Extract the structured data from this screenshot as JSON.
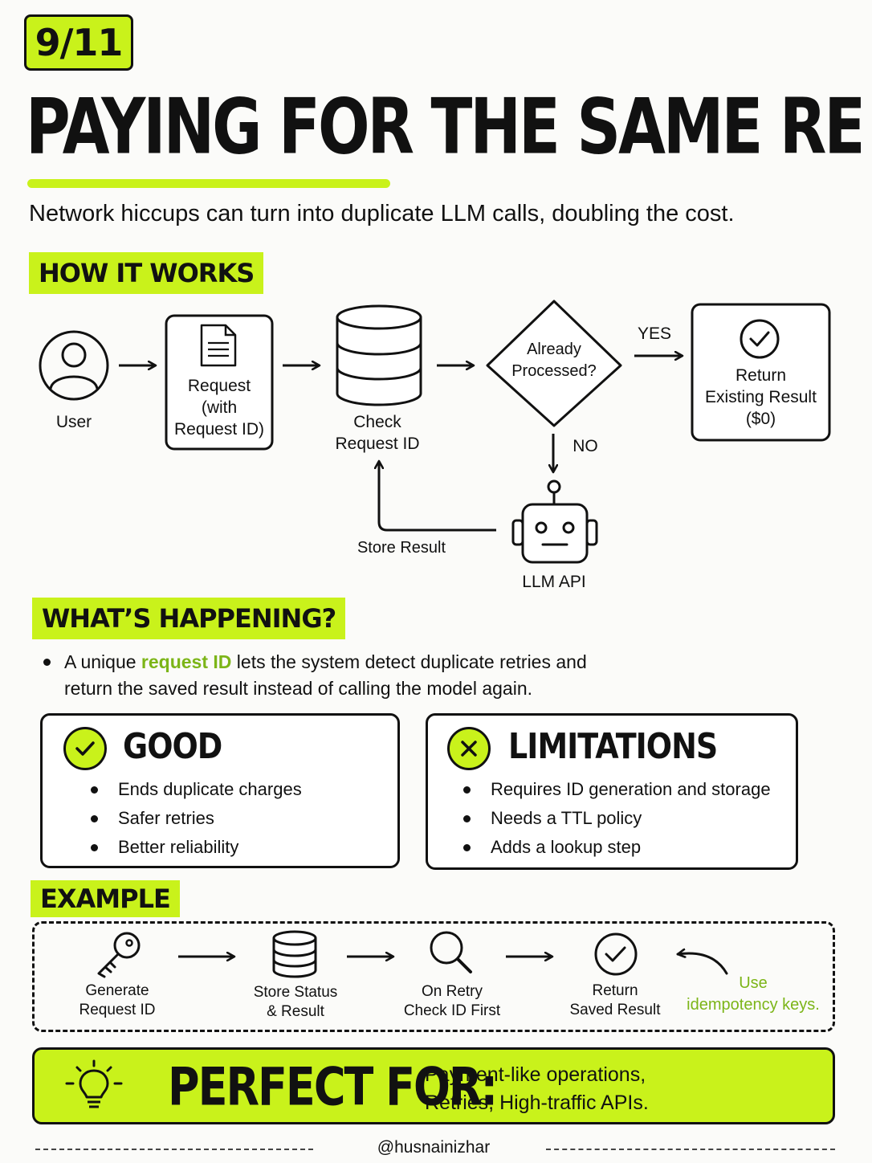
{
  "page_indicator": "9/11",
  "title": "PAYING FOR THE SAME REQUEST TWICE",
  "subtitle": "Network hiccups can turn into duplicate LLM calls, doubling the cost.",
  "how_it_works": {
    "heading": "HOW IT WORKS",
    "nodes": {
      "user": "User",
      "request": [
        "Request",
        "(with",
        "Request ID)"
      ],
      "check": [
        "Check",
        "Request ID"
      ],
      "decision": [
        "Already",
        "Processed?"
      ],
      "result": [
        "Return",
        "Existing Result",
        "($0)"
      ],
      "llm": "LLM API"
    },
    "edges": {
      "yes": "YES",
      "no": "NO",
      "store": "Store Result"
    }
  },
  "whats_happening": {
    "heading": "WHAT’S HAPPENING?",
    "line1_before": "A unique ",
    "line1_highlight": "request ID",
    "line1_after": " lets the system detect duplicate retries and",
    "line2": "return the saved result instead of calling the model again."
  },
  "good": {
    "title": "GOOD",
    "items": [
      "Ends duplicate charges",
      "Safer retries",
      "Better reliability"
    ]
  },
  "limitations": {
    "title": "LIMITATIONS",
    "items": [
      "Requires ID generation and storage",
      "Needs a TTL policy",
      "Adds a lookup step"
    ]
  },
  "example": {
    "heading": "EXAMPLE",
    "steps": [
      {
        "icon": "key-icon",
        "line1": "Generate",
        "line2": "Request ID"
      },
      {
        "icon": "database-icon",
        "line1": "Store Status",
        "line2": "& Result"
      },
      {
        "icon": "magnifier-icon",
        "line1": "On Retry",
        "line2": "Check ID First"
      },
      {
        "icon": "check-circle-icon",
        "line1": "Return",
        "line2": "Saved Result"
      }
    ],
    "note": [
      "Use",
      "idempotency keys."
    ]
  },
  "perfect_for": {
    "label": "PERFECT FOR:",
    "line1": "Payment-like operations,",
    "line2": "Retries, High-traffic APIs."
  },
  "footer": {
    "handle": "@husnainizhar"
  },
  "colors": {
    "accent": "#c9f21b",
    "highlight_text": "#7cb518",
    "ink": "#111111"
  }
}
